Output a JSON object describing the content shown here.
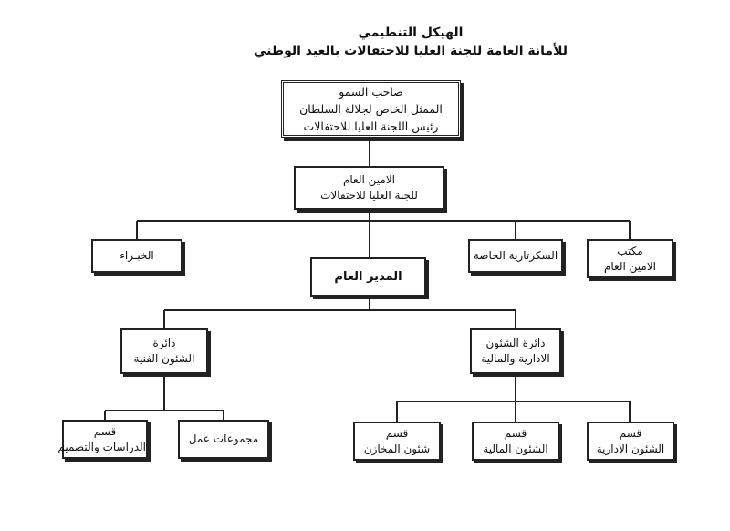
{
  "title": {
    "line1": "الهيكل التنظيمي",
    "line2": "للأمانة العامة للجنة العليا للاحتفالات بالعيد الوطني"
  },
  "nodes": {
    "patron": {
      "line1": "صاحب السمو",
      "line2": "الممثل الخاص لجلالة السلطان",
      "line3": "رئيس اللجنة العليا للاحتفالات"
    },
    "secretary_general": {
      "line1": "الامين العام",
      "line2": "للجنة العليا للاحتفالات"
    },
    "experts": {
      "line1": "الخبـراء"
    },
    "private_secretariat": {
      "line1": "السكرتارية الخاصة"
    },
    "sg_office": {
      "line1": "مكتب",
      "line2": "الامين العام"
    },
    "director_general": {
      "line1": "المدير العام"
    },
    "technical_affairs": {
      "line1": "دائرة",
      "line2": "الشئون الفنية"
    },
    "admin_finance": {
      "line1": "دائرة الشئون",
      "line2": "الادارية والمالية"
    },
    "studies_design": {
      "line1": "قسم",
      "line2": "الدراسات والتصميم"
    },
    "work_groups": {
      "line1": "مجموعات عمل"
    },
    "stores": {
      "line1": "قسم",
      "line2": "شئون المخازن"
    },
    "finance": {
      "line1": "قسم",
      "line2": "الشئون المالية"
    },
    "administrative": {
      "line1": "قسم",
      "line2": "الشئون الادارية"
    }
  }
}
